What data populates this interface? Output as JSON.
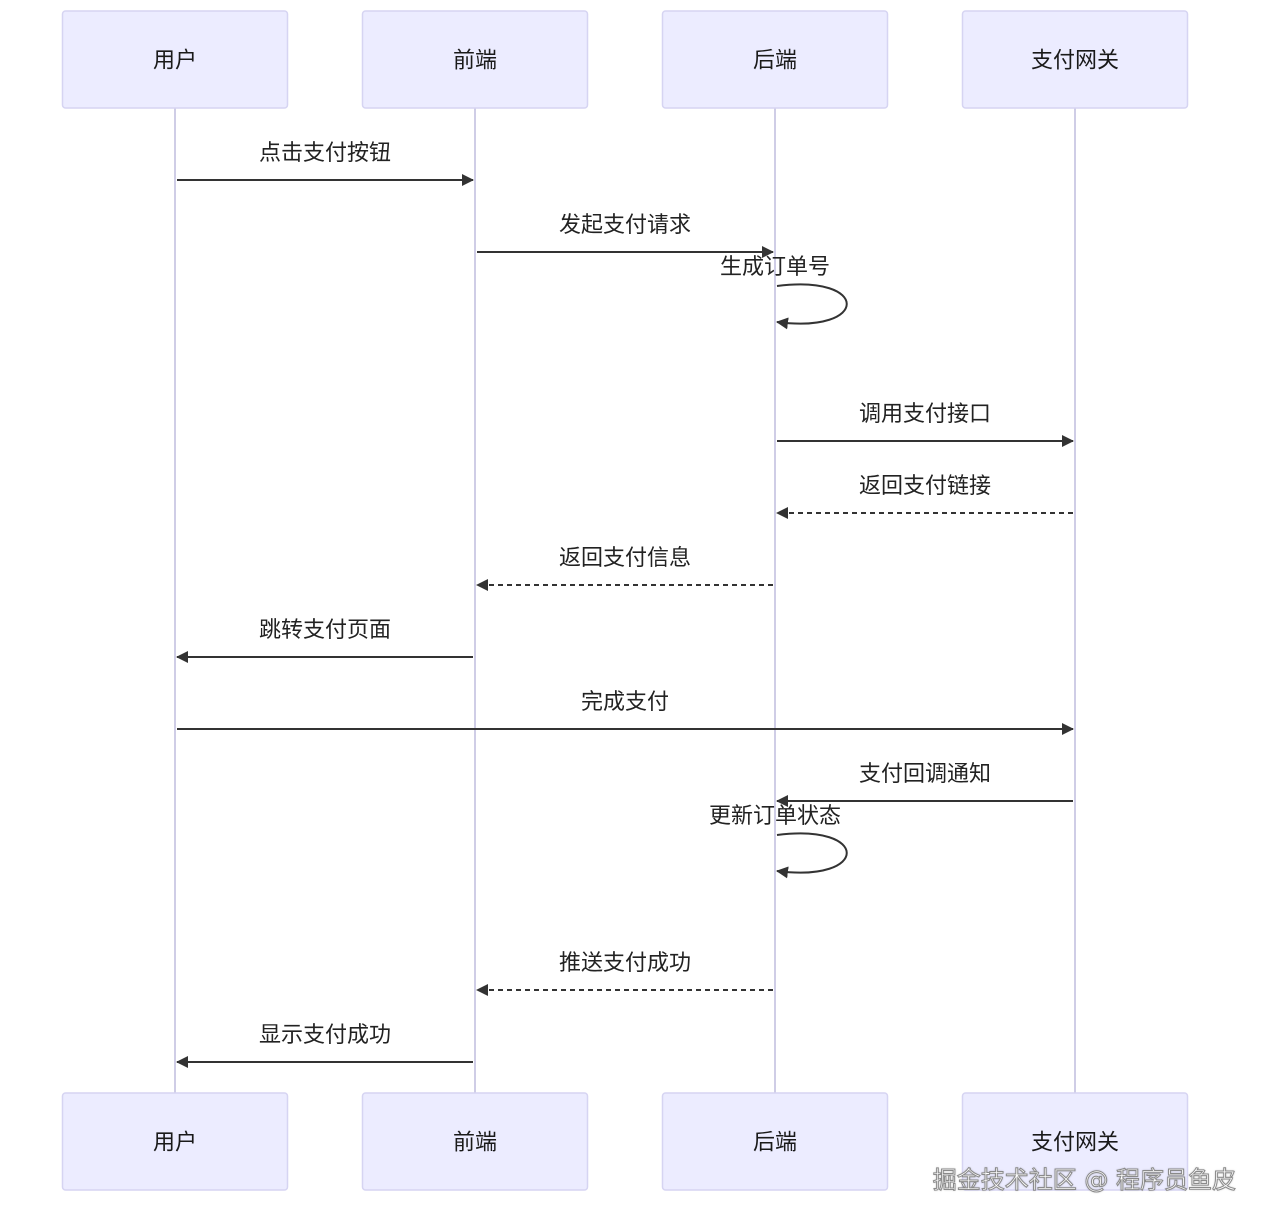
{
  "diagram": {
    "type": "sequence",
    "participants": [
      "用户",
      "前端",
      "后端",
      "支付网关"
    ],
    "messages": [
      {
        "from": 0,
        "to": 1,
        "label": "点击支付按钮",
        "style": "solid"
      },
      {
        "from": 1,
        "to": 2,
        "label": "发起支付请求",
        "style": "solid"
      },
      {
        "from": 2,
        "to": 2,
        "label": "生成订单号",
        "style": "solid"
      },
      {
        "from": 2,
        "to": 3,
        "label": "调用支付接口",
        "style": "solid"
      },
      {
        "from": 3,
        "to": 2,
        "label": "返回支付链接",
        "style": "dashed"
      },
      {
        "from": 2,
        "to": 1,
        "label": "返回支付信息",
        "style": "dashed"
      },
      {
        "from": 1,
        "to": 0,
        "label": "跳转支付页面",
        "style": "solid"
      },
      {
        "from": 0,
        "to": 3,
        "label": "完成支付",
        "style": "solid"
      },
      {
        "from": 3,
        "to": 2,
        "label": "支付回调通知",
        "style": "solid"
      },
      {
        "from": 2,
        "to": 2,
        "label": "更新订单状态",
        "style": "solid"
      },
      {
        "from": 2,
        "to": 1,
        "label": "推送支付成功",
        "style": "dashed"
      },
      {
        "from": 1,
        "to": 0,
        "label": "显示支付成功",
        "style": "solid"
      }
    ]
  },
  "colors": {
    "actor_fill": "#ececff",
    "actor_stroke": "#d6d4f2",
    "lifeline": "#cfcde6",
    "message": "#333333"
  },
  "watermark": "掘金技术社区 @ 程序员鱼皮"
}
